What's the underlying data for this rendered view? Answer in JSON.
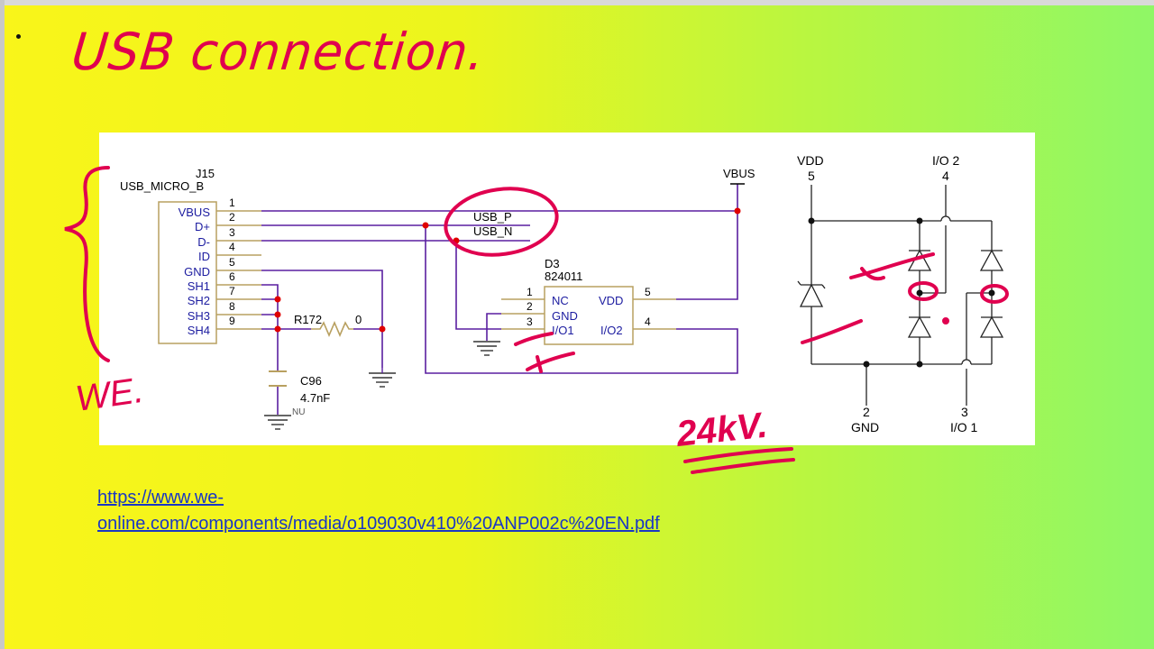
{
  "slide": {
    "title": "USB connection.",
    "link_line1": "https://www.we-",
    "link_line2": "online.com/components/media/o109030v410%20ANP002c%20EN.pdf"
  },
  "schematic": {
    "connector": {
      "ref": "J15",
      "part": "USB_MICRO_B",
      "pins": [
        "VBUS",
        "D+",
        "D-",
        "ID",
        "GND",
        "SH1",
        "SH2",
        "SH3",
        "SH4"
      ],
      "pin_numbers": [
        "1",
        "2",
        "3",
        "4",
        "5",
        "6",
        "7",
        "8",
        "9"
      ]
    },
    "nets": {
      "usb_p": "USB_P",
      "usb_n": "USB_N",
      "vbus": "VBUS"
    },
    "resistor": {
      "ref": "R172",
      "value": "0"
    },
    "capacitor": {
      "ref": "C96",
      "value": "4.7nF",
      "note": "NU"
    },
    "tvs": {
      "ref": "D3",
      "part": "824011",
      "left_pins": [
        {
          "num": "1",
          "name": "NC"
        },
        {
          "num": "2",
          "name": "GND"
        },
        {
          "num": "3",
          "name": "I/O1"
        }
      ],
      "right_pins": [
        {
          "num": "5",
          "name": "VDD"
        },
        {
          "num": "4",
          "name": "I/O2"
        }
      ]
    },
    "internal": {
      "vdd_label": "VDD",
      "vdd_num": "5",
      "io2_label": "I/O 2",
      "io2_num": "4",
      "gnd_label": "GND",
      "gnd_num": "2",
      "io1_label": "I/O 1",
      "io1_num": "3"
    }
  },
  "annotations": {
    "rating": "24kV.",
    "we": "WE."
  },
  "colors": {
    "wire": "#5a1fa0",
    "pin_wire": "#b8a060",
    "node": "#e00000",
    "ink": "#e0004f",
    "link": "#1a37c4"
  }
}
